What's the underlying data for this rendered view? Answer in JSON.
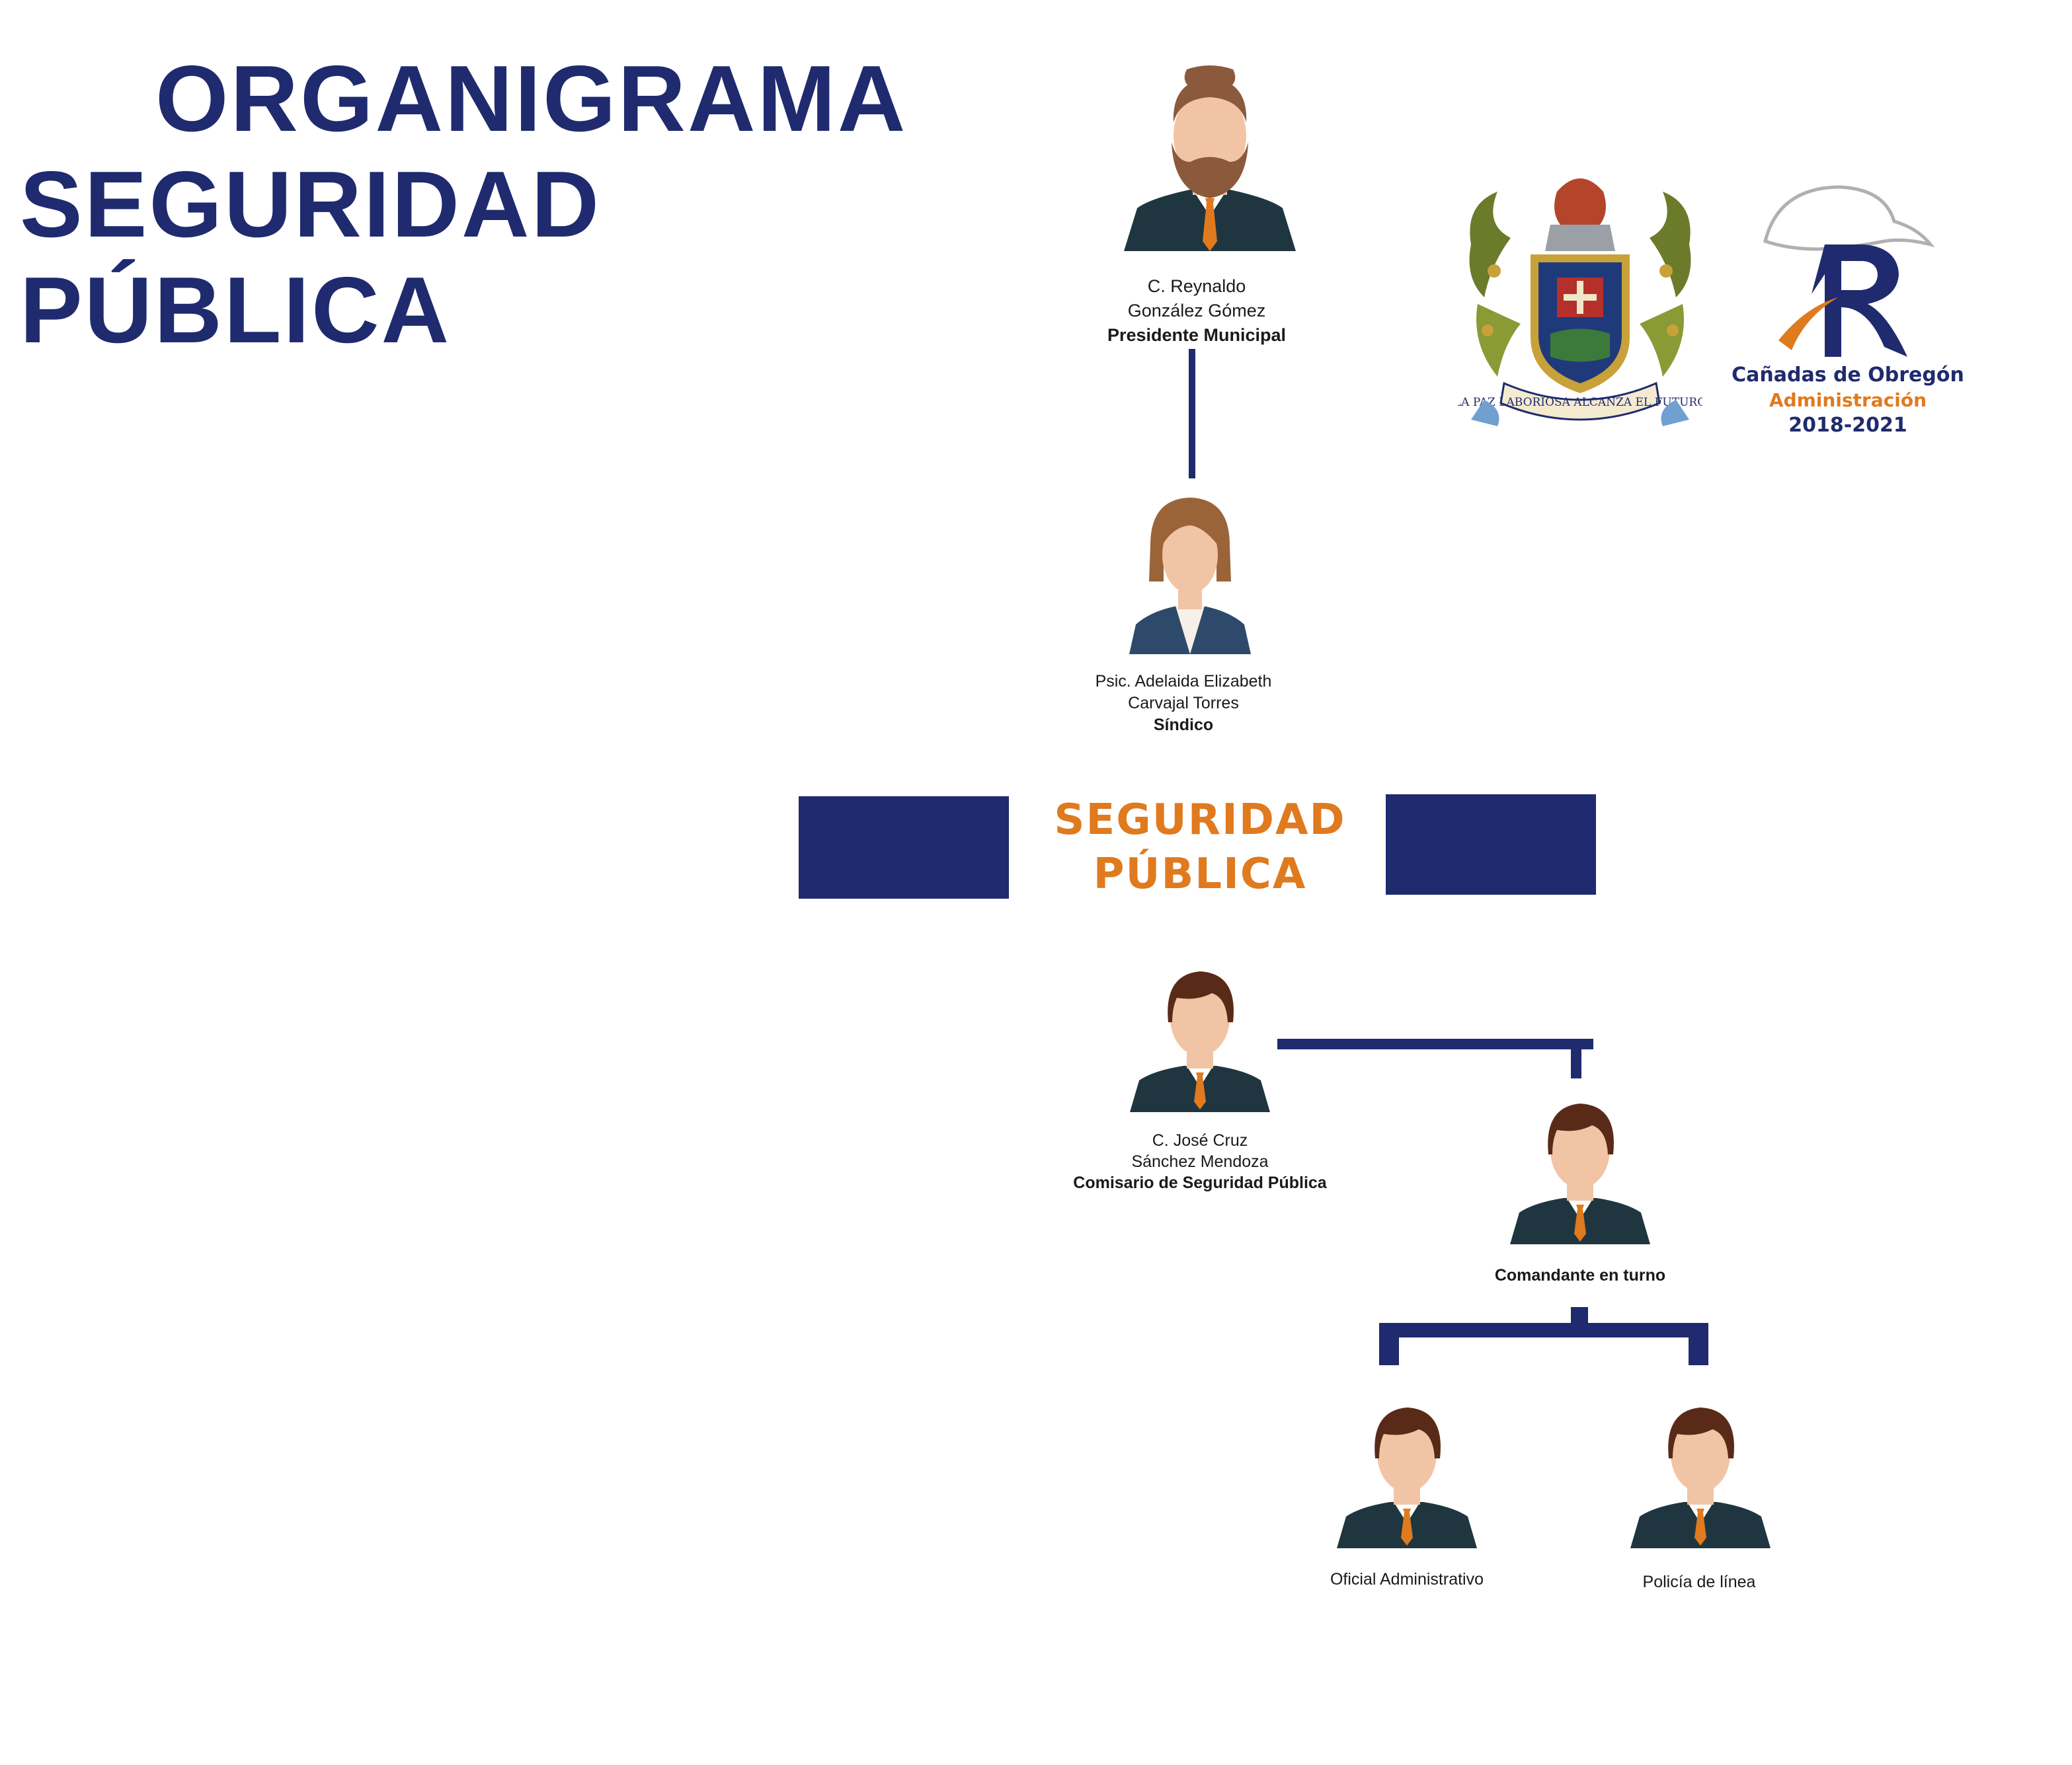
{
  "title": {
    "line1": "ORGANIGRAMA",
    "line2": "SEGURIDAD PÚBLICA"
  },
  "section": {
    "line1": "SEGURIDAD",
    "line2": "PÚBLICA"
  },
  "nodes": {
    "presidente": {
      "name1": "C. Reynaldo",
      "name2": "González Gómez",
      "role": "Presidente Municipal"
    },
    "sindico": {
      "name1": "Psic. Adelaida Elizabeth",
      "name2": "Carvajal Torres",
      "role": "Síndico"
    },
    "comisario": {
      "name1": "C. José Cruz",
      "name2": "Sánchez Mendoza",
      "role": "Comisario de Seguridad Pública"
    },
    "comandante": {
      "role": "Comandante en turno"
    },
    "oficial": {
      "role": "Oficial Administrativo"
    },
    "policia": {
      "role": "Policía de línea"
    }
  },
  "logo": {
    "line1": "Cañadas de Obregón",
    "line2": "Administración",
    "line3": "2018-2021",
    "motto": "LA PAZ LABORIOSA ALCANZA EL FUTURO"
  },
  "colors": {
    "navy": "#1f2b6e",
    "orange": "#e07a1f",
    "suit": "#1f3640",
    "skin": "#f2c4a6",
    "hair": "#5a2a18"
  },
  "icons": {
    "presidente": "bearded-man-avatar-icon",
    "sindico": "woman-avatar-icon",
    "staff": "man-avatar-icon"
  }
}
